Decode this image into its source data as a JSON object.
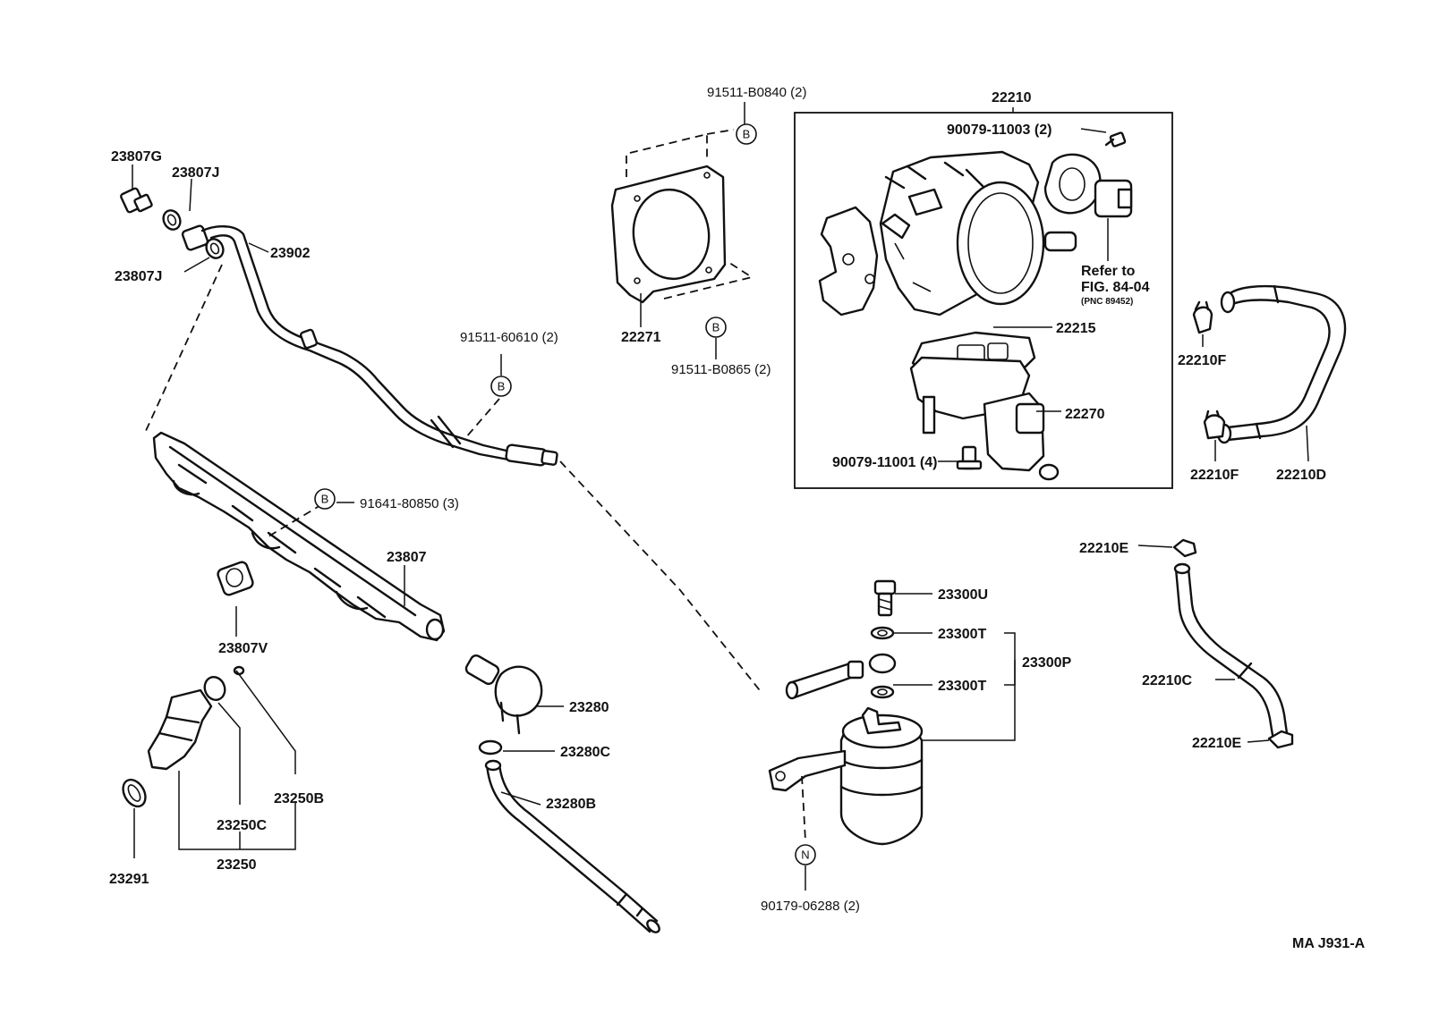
{
  "diagram_code": "MA J931-A",
  "group_box_label": "22210",
  "refer": {
    "line1": "Refer to",
    "line2": "FIG. 84-04",
    "line3": "(PNC 89452)"
  },
  "symbols": {
    "B": "B",
    "N": "N"
  },
  "labels": {
    "p23807G": "23807G",
    "p23807J_top": "23807J",
    "p23807J_left": "23807J",
    "p23902": "23902",
    "p91511_60610": "91511-60610 (2)",
    "p91641_80850": "91641-80850 (3)",
    "p23807": "23807",
    "p23807V": "23807V",
    "p23250B": "23250B",
    "p23250C": "23250C",
    "p23250": "23250",
    "p23291": "23291",
    "p23280": "23280",
    "p23280C": "23280C",
    "p23280B": "23280B",
    "p91511_B0840": "91511-B0840 (2)",
    "p22271": "22271",
    "p91511_B0865": "91511-B0865 (2)",
    "p90079_11003": "90079-11003 (2)",
    "p22215": "22215",
    "p22270": "22270",
    "p90079_11001": "90079-11001 (4)",
    "p22210F_top": "22210F",
    "p22210F_bottom": "22210F",
    "p22210D": "22210D",
    "p22210E_top": "22210E",
    "p22210C": "22210C",
    "p22210E_bottom": "22210E",
    "p23300U": "23300U",
    "p23300T_top": "23300T",
    "p23300T_bottom": "23300T",
    "p23300P": "23300P",
    "p90179_06288": "90179-06288 (2)"
  }
}
